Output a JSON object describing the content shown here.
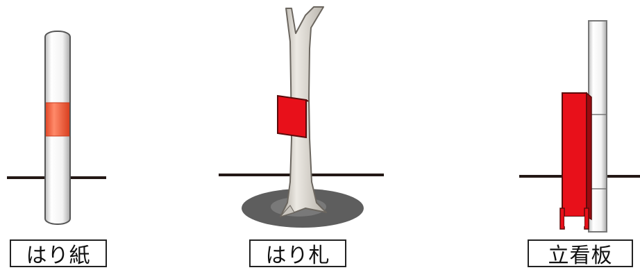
{
  "panels": [
    {
      "id": "pole-sticker",
      "label": "はり紙",
      "band_color": "#f2603f"
    },
    {
      "id": "tree-placard",
      "label": "はり札",
      "sign_color": "#e8101a"
    },
    {
      "id": "pole-standing-sign",
      "label": "立看板",
      "sign_color": "#e8101a"
    }
  ],
  "colors": {
    "ground_line": "#231815",
    "pole_fill": "#f1f1f1",
    "pole_outline": "#555555",
    "tree_fill": "#ddd9d2",
    "tree_shadow": "#5a5a5a",
    "red": "#e8101a"
  }
}
